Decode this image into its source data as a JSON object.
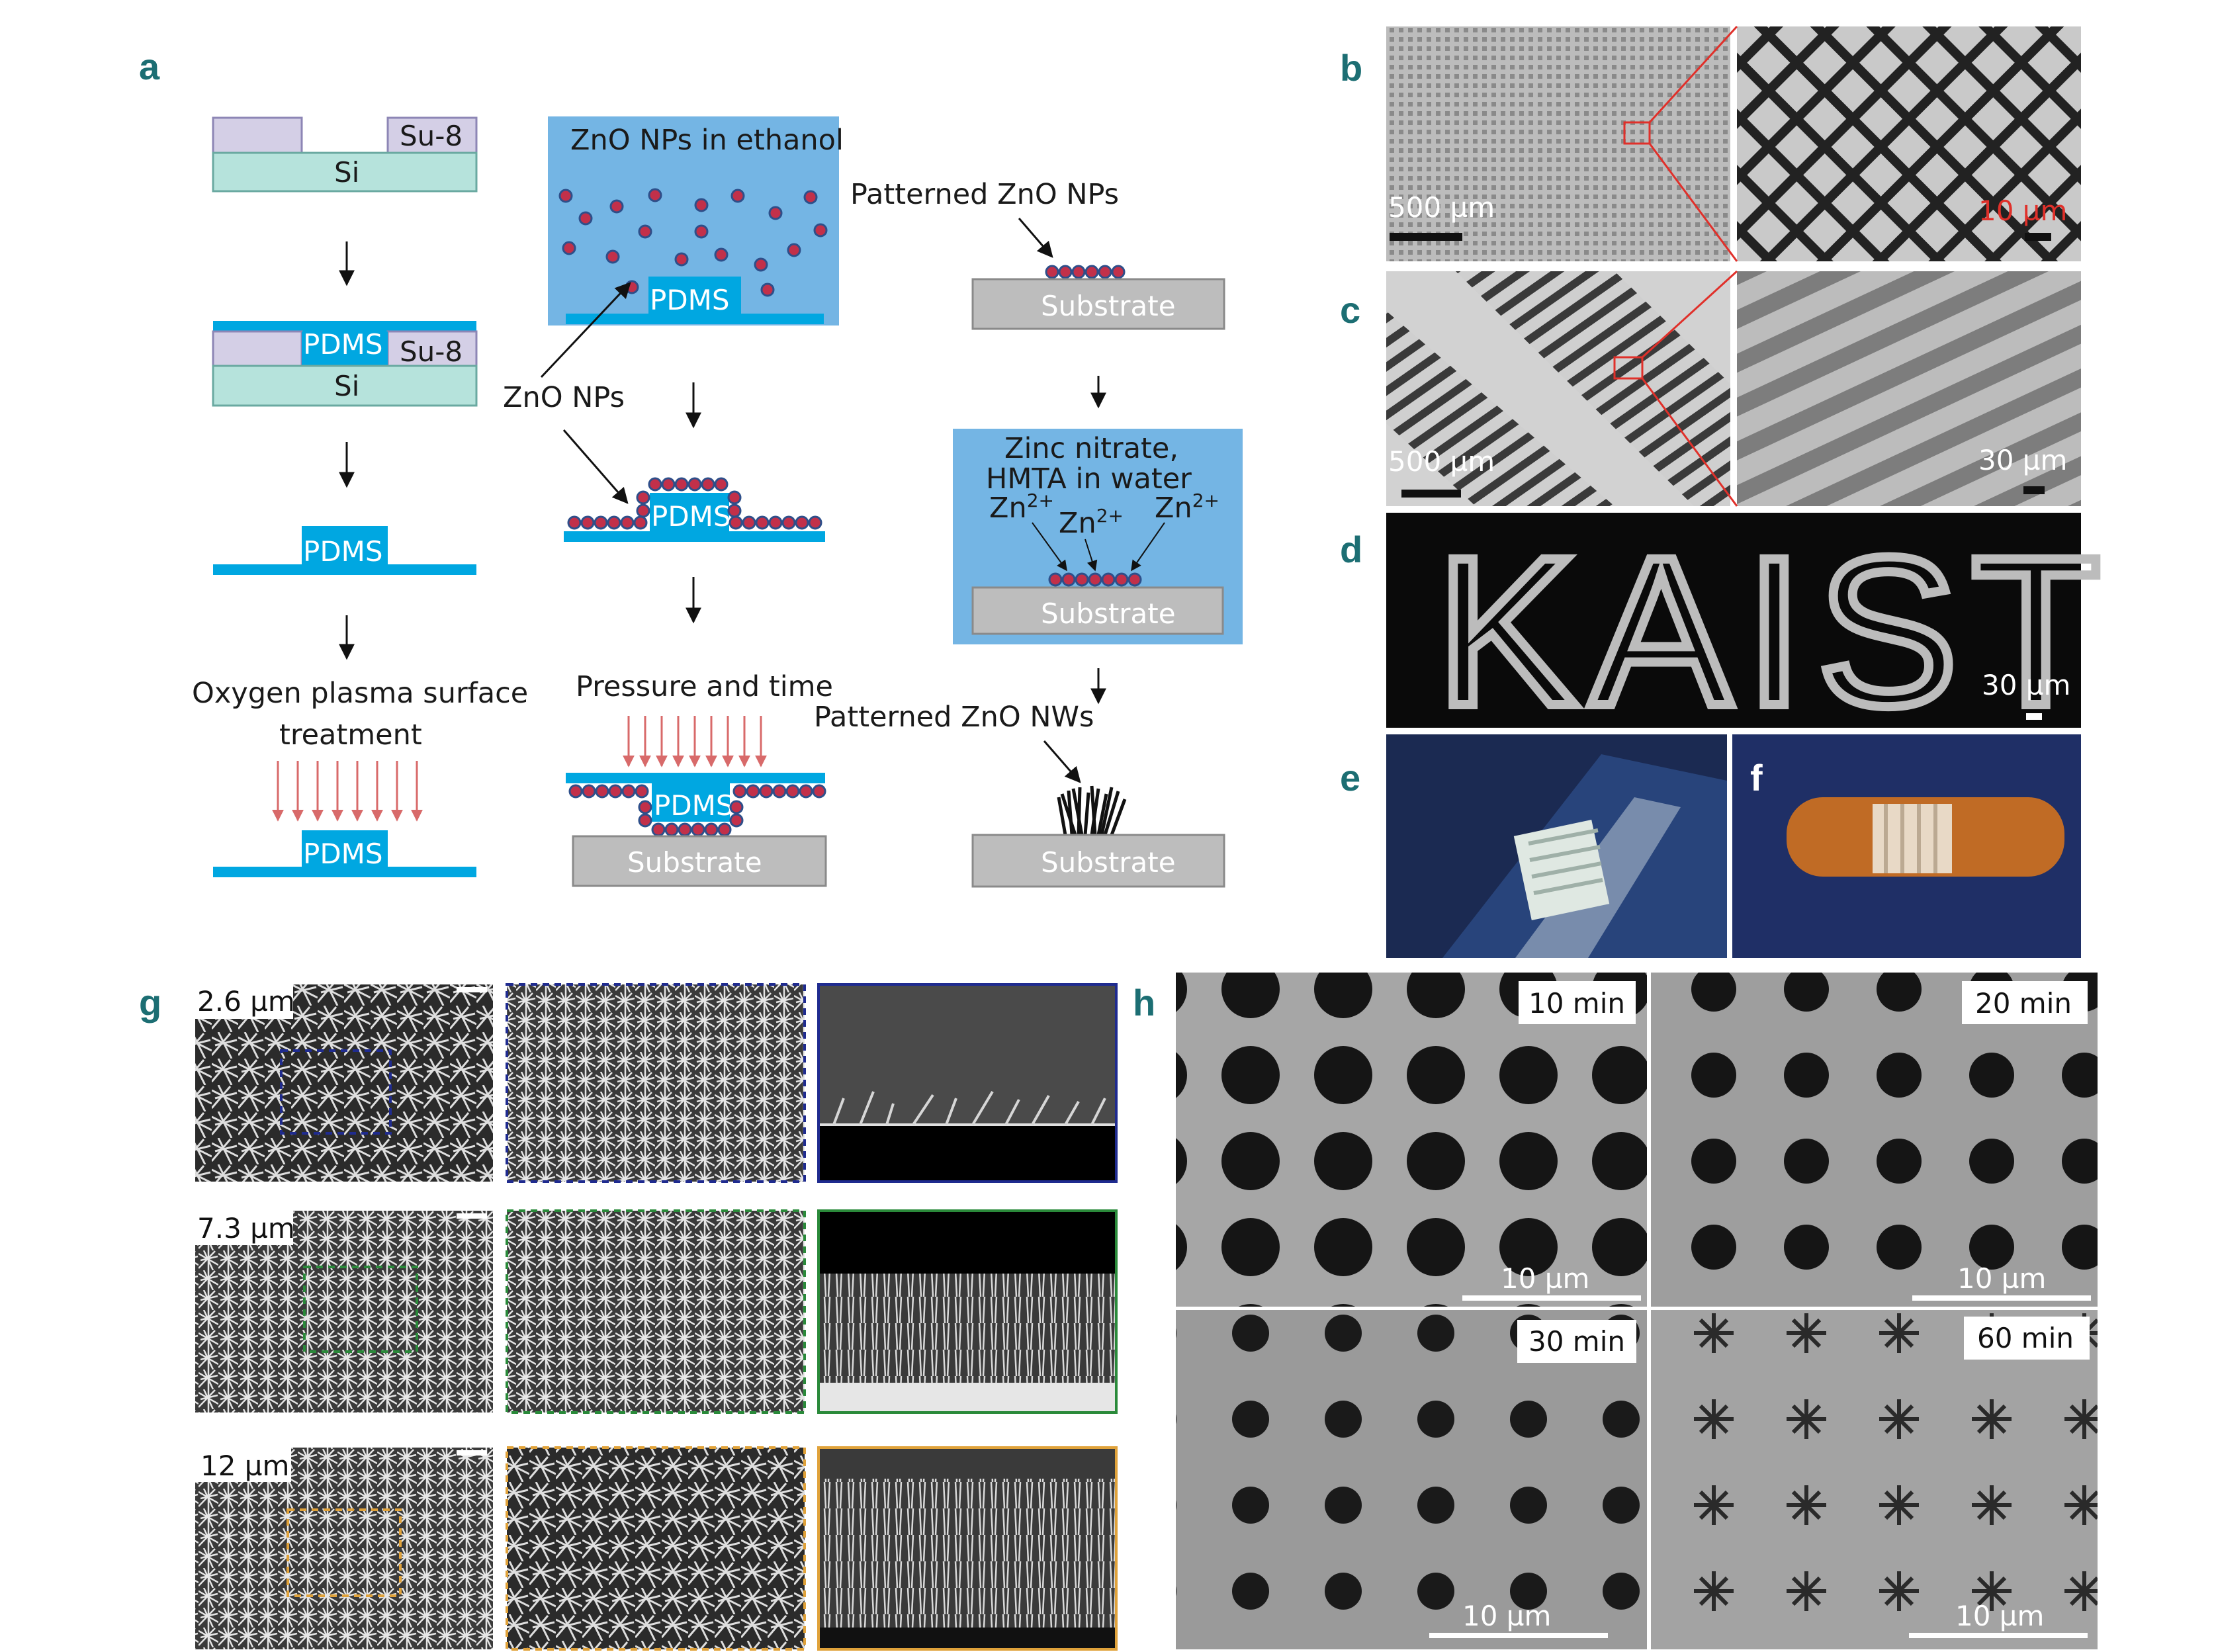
{
  "panel_labels": {
    "a": "a",
    "b": "b",
    "c": "c",
    "d": "d",
    "e": "e",
    "f": "f",
    "g": "g",
    "h": "h"
  },
  "process": {
    "su8": "Su-8",
    "si": "Si",
    "pdms": "PDMS",
    "oxygen_treatment_line1": "Oxygen plasma surface",
    "oxygen_treatment_line2": "treatment",
    "zno_nps_ethanol": "ZnO NPs in ethanol",
    "zno_nps": "ZnO NPs",
    "pressure_time": "Pressure and time",
    "substrate": "Substrate",
    "patterned_nps": "Patterned ZnO NPs",
    "zinc_line1": "Zinc nitrate,",
    "zinc_line2": "HMTA in water",
    "zn": "Zn",
    "zn_charge": "2+",
    "patterned_nws": "Patterned ZnO NWs"
  },
  "scale_bars": {
    "b_left": "500 µm",
    "b_right": "10 µm",
    "c_left": "500 µm",
    "c_right": "30 µm",
    "d": "30 µm",
    "h": "10 µm"
  },
  "kaist_text": "KAIST",
  "g_rows": [
    "2.6 µm",
    "7.3 µm",
    "12 µm"
  ],
  "h_times": [
    "10 min",
    "20 min",
    "30 min",
    "60 min"
  ],
  "colors": {
    "label": "#1c6e73",
    "pdms": "#00a7e1",
    "solution": "#74b5e4",
    "si": "#b6e3dc",
    "su8": "#d4cfe6",
    "substrate": "#bdbdbd",
    "np_fill": "#c2304a",
    "np_edge": "#2e4f8a",
    "arrow_red": "#d86a6a",
    "scale_red": "#e0302a",
    "g_blue": "#1f2b8f",
    "g_green": "#2a8a3a",
    "g_orange": "#e0a23a"
  },
  "icons": {
    "arrow": "down-arrow-icon",
    "nanoparticle": "nanoparticle-icon"
  }
}
